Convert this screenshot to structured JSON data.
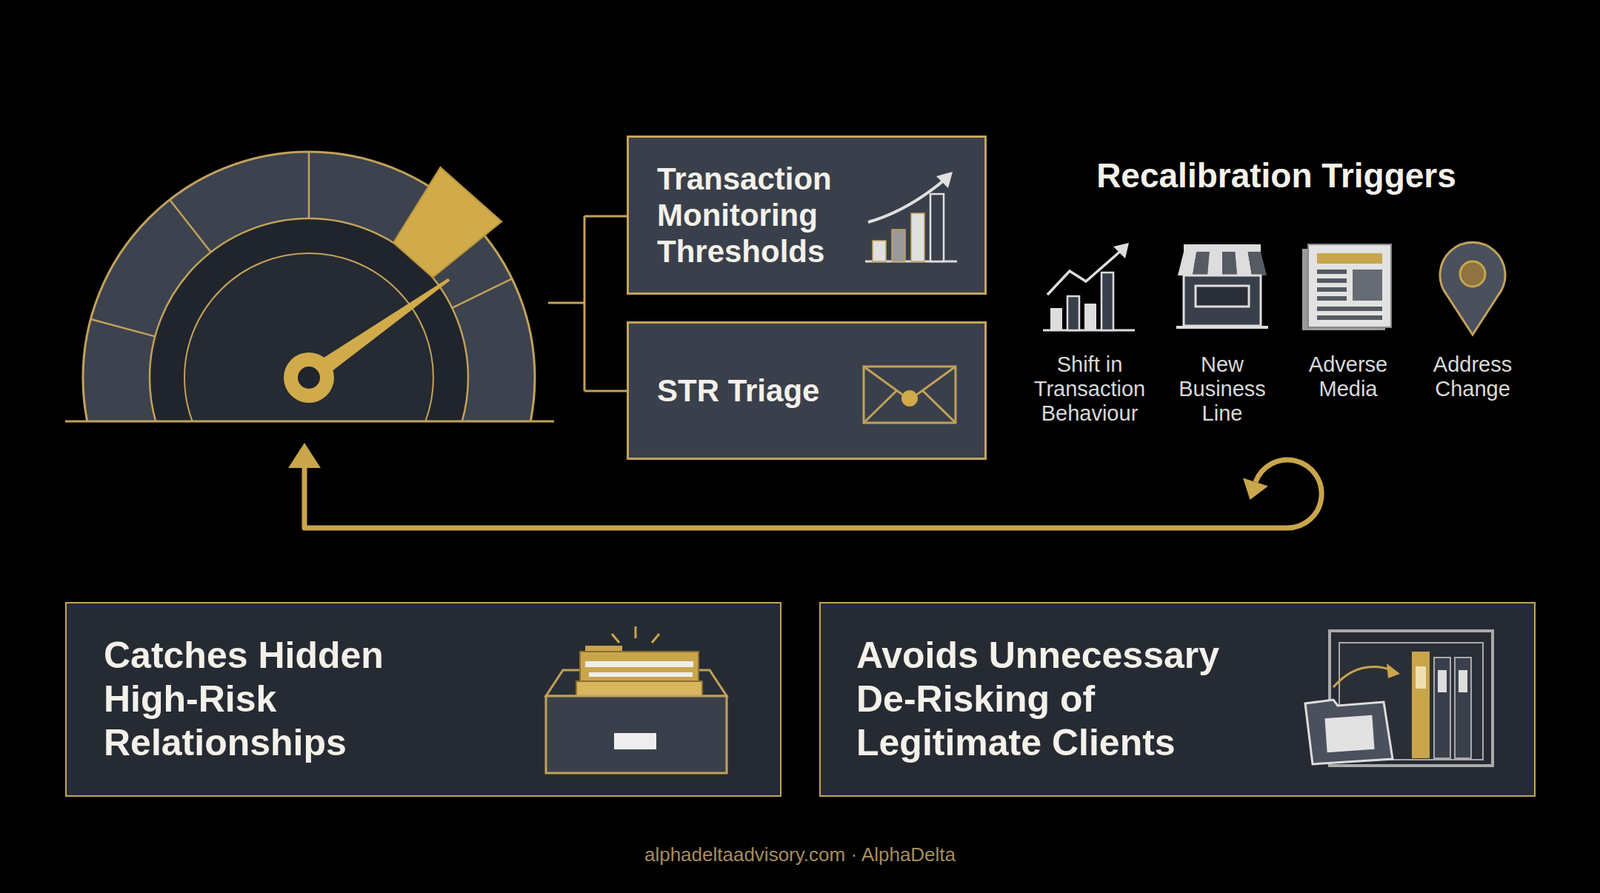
{
  "diagram": {
    "nodes": [
      {
        "text": [
          "Transaction Monitoring Thresholds"
        ]
      },
      {
        "text": [
          "STR Triage"
        ]
      },
      {
        "text": [
          "Catches Hidden High-Risk Relationships"
        ]
      },
      {
        "text": [
          "Avoids Unnecessary De-Risking of Legitimate Clients"
        ]
      }
    ],
    "labels": [
      "Recalibration Triggers",
      "Shift in Transaction Behaviour",
      "New Business Line",
      "Adverse Media",
      "Address Change",
      "alphadeltaadvisory.com · AlphaDelta"
    ]
  }
}
